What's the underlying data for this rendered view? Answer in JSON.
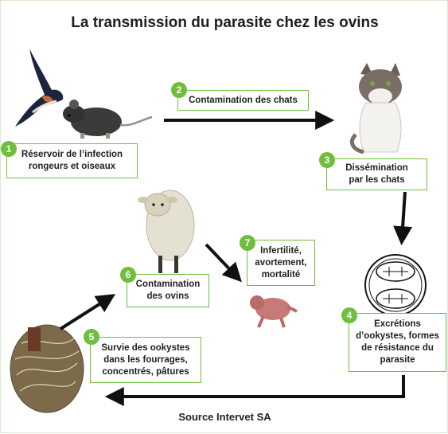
{
  "title": "La transmission du parasite chez les ovins",
  "source": "Source Intervet SA",
  "accent_color": "#6fbf3d",
  "steps": [
    {
      "number": "1",
      "lines": [
        "Réservoir de l’infection",
        "rongeurs et oiseaux"
      ]
    },
    {
      "number": "2",
      "lines": [
        "Contamination des chats"
      ]
    },
    {
      "number": "3",
      "lines": [
        "Dissémination",
        "par les chats"
      ]
    },
    {
      "number": "4",
      "lines": [
        "Excrétions",
        "d’ookystes, formes",
        "de résistance du",
        "parasite"
      ]
    },
    {
      "number": "5",
      "lines": [
        "Survie des ookystes",
        "dans les fourrages,",
        "concentrés, pâtures"
      ]
    },
    {
      "number": "6",
      "lines": [
        "Contamination",
        "des ovins"
      ]
    },
    {
      "number": "7",
      "lines": [
        "Infertilité,",
        "avortement,",
        "mortalité"
      ]
    }
  ],
  "icons": [
    "swallow-icon",
    "rat-icon",
    "cat-icon",
    "oocyst-icon",
    "hay-icon",
    "sheep-icon",
    "lamb-fetus-icon"
  ]
}
